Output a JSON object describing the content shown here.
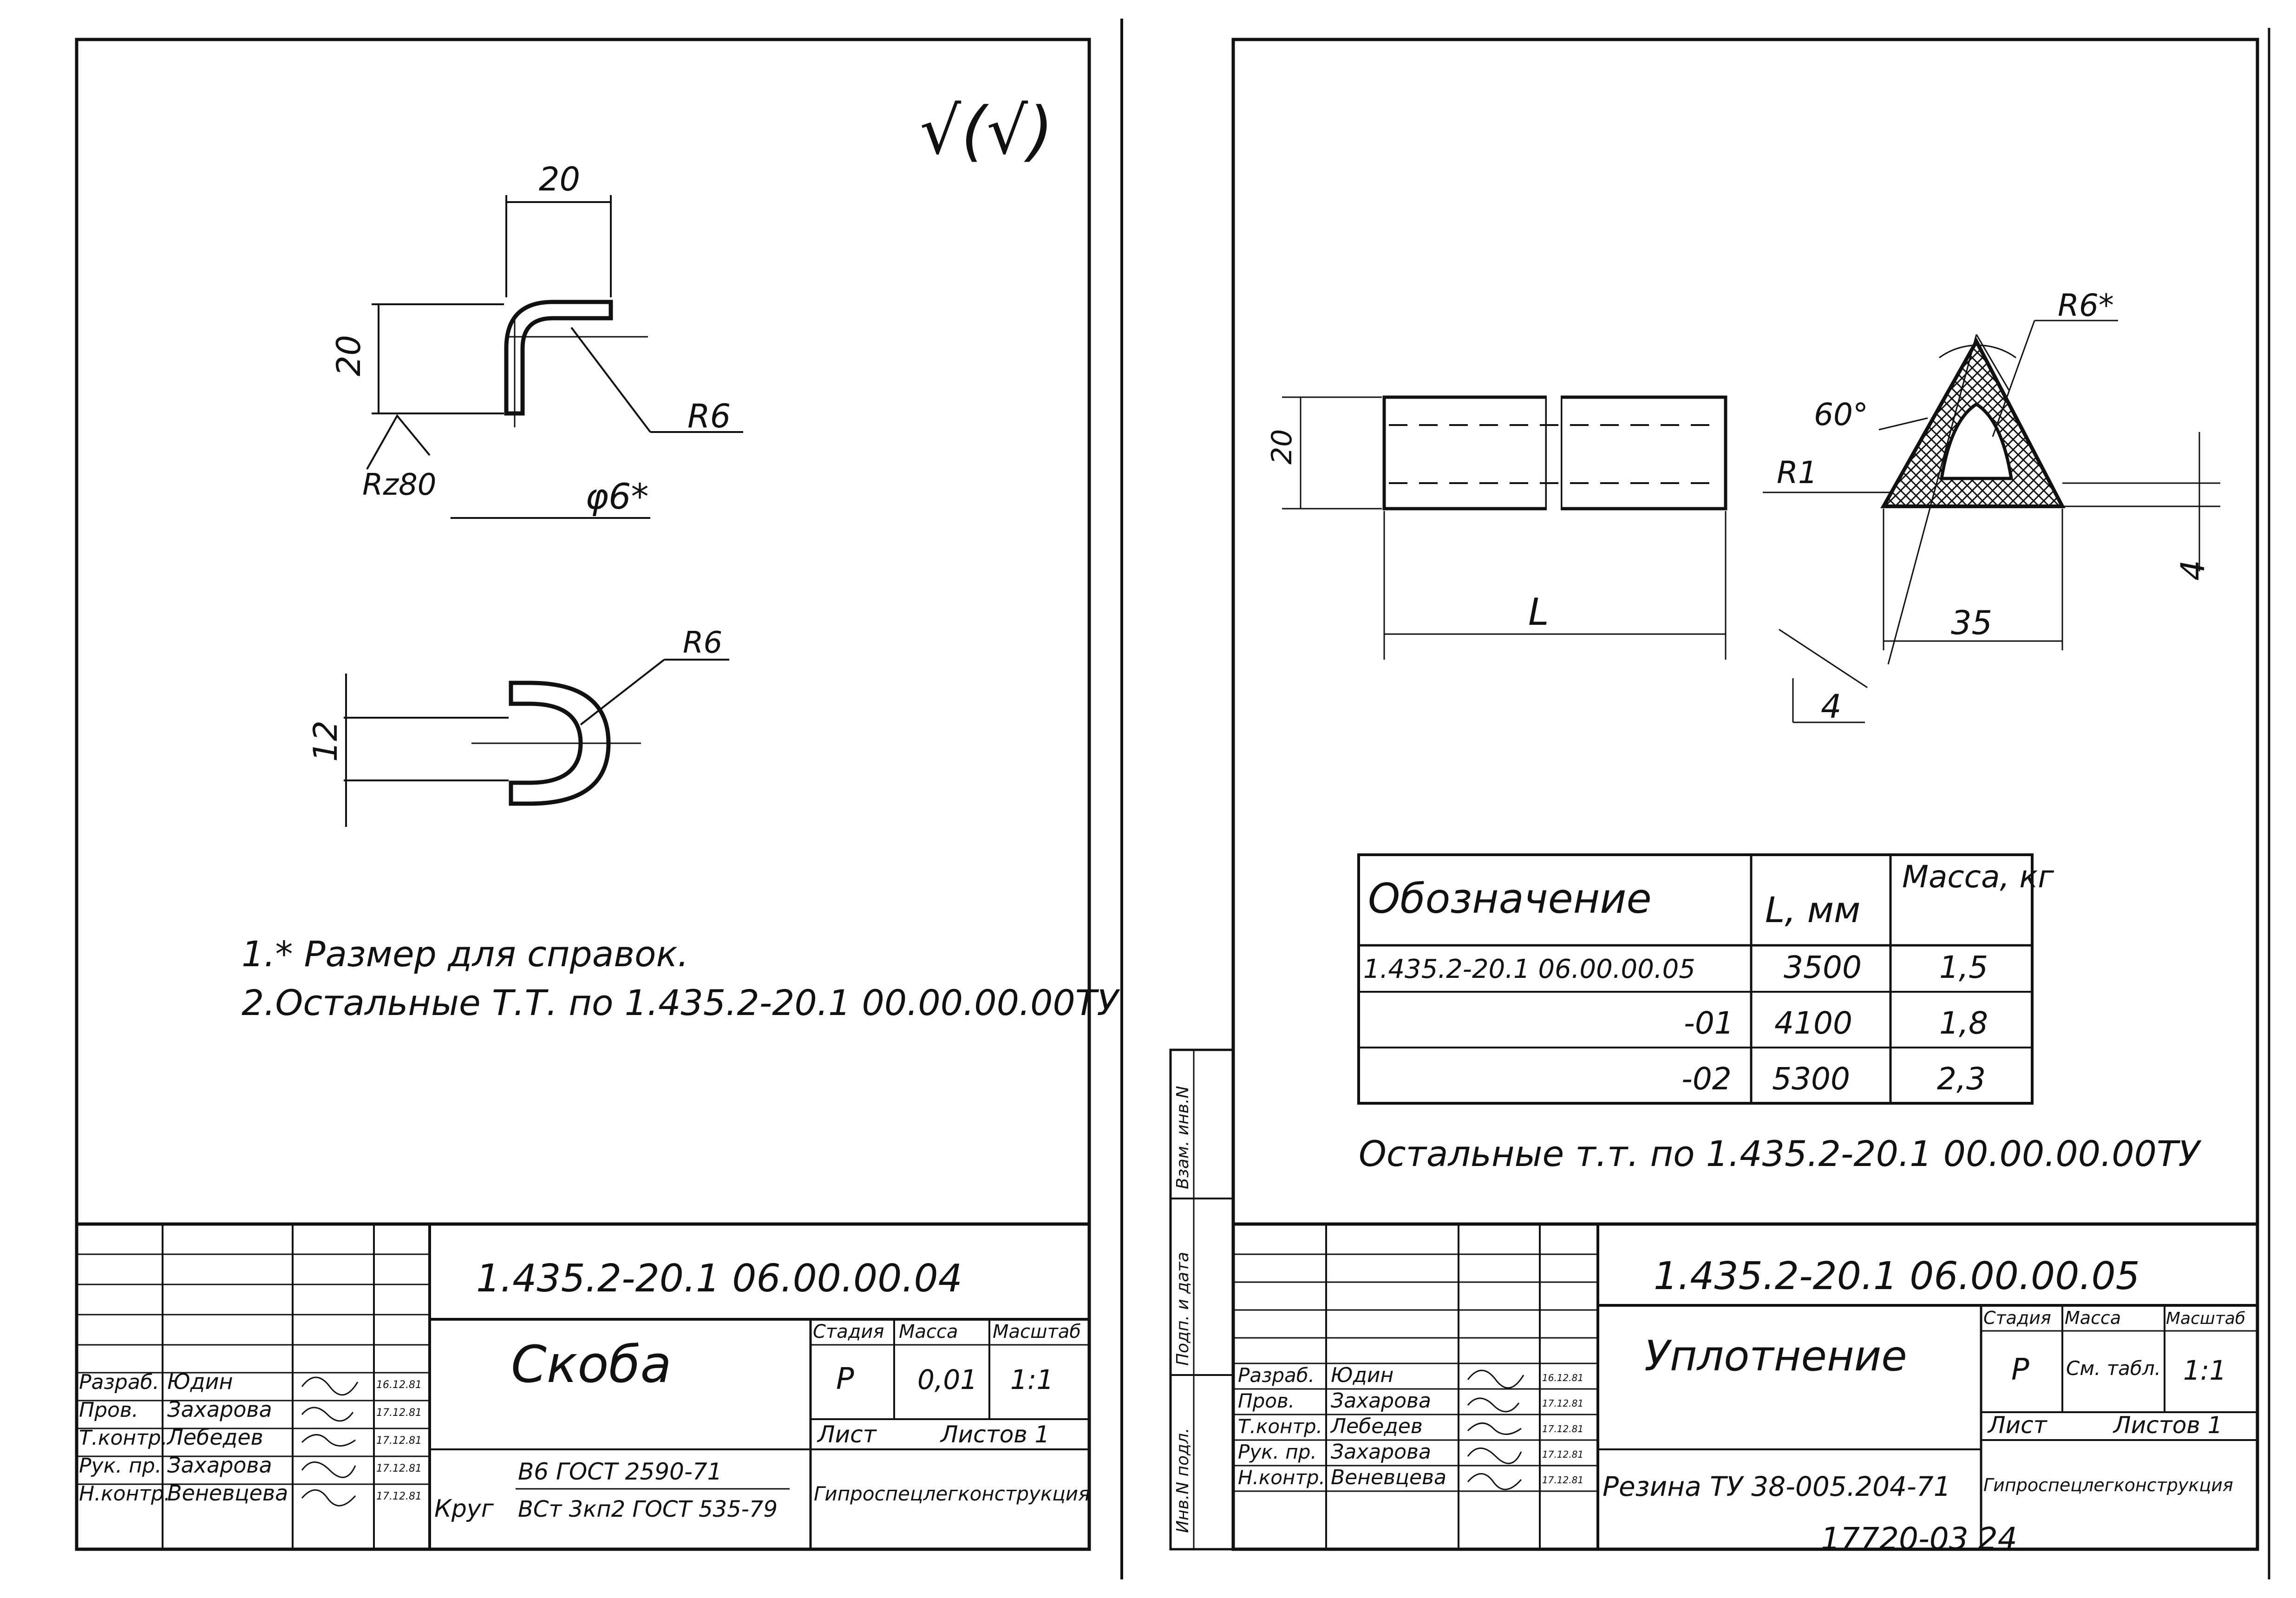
{
  "left": {
    "roughness": "√(√)",
    "dims": {
      "w20": "20",
      "h20": "20",
      "r6a": "R6",
      "rz": "Rz80",
      "phi": "φ6*",
      "r6b": "R6",
      "h12": "12"
    },
    "notes": [
      "1.* Размер для справок.",
      "2.Остальные Т.Т. по 1.435.2-20.1 00.00.00.00ТУ"
    ],
    "title_block": {
      "code": "1.435.2-20.1  06.00.00.04",
      "name": "Скоба",
      "stage_h": "Стадия",
      "mass_h": "Масса",
      "scale_h": "Масштаб",
      "stage": "Р",
      "mass": "0,01",
      "scale": "1:1",
      "sheet": "Лист",
      "sheets": "Листов 1",
      "org": "Гипроспецлегконструкция",
      "material_label": "Круг",
      "material_top": "В6 ГОСТ 2590-71",
      "material_bottom": "ВСт 3кп2 ГОСТ 535-79",
      "people": [
        {
          "role": "Разраб.",
          "name": "Юдин",
          "date": "16.12.81"
        },
        {
          "role": "Пров.",
          "name": "Захарова",
          "date": "17.12.81"
        },
        {
          "role": "Т.контр.",
          "name": "Лебедев",
          "date": "17.12.81"
        },
        {
          "role": "Рук. пр.",
          "name": "Захарова",
          "date": "17.12.81"
        },
        {
          "role": "Н.контр.",
          "name": "Веневцева",
          "date": "17.12.81"
        }
      ]
    }
  },
  "right": {
    "dims": {
      "h20": "20",
      "L": "L",
      "r6": "R6*",
      "a60": "60°",
      "r1": "R1",
      "w35": "35",
      "t4a": "4",
      "t4b": "4"
    },
    "table": {
      "headers": [
        "Обозначение",
        "L, мм",
        "Масса, кг"
      ],
      "rows": [
        [
          "1.435.2-20.1 06.00.00.05",
          "3500",
          "1,5"
        ],
        [
          "-01",
          "4100",
          "1,8"
        ],
        [
          "-02",
          "5300",
          "2,3"
        ]
      ]
    },
    "note": "Остальные т.т. по 1.435.2-20.1 00.00.00.00ТУ",
    "side_labels": [
      "Инв.N подл.",
      "Подп. и дата",
      "Взам. инв.N"
    ],
    "title_block": {
      "code": "1.435.2-20.1  06.00.00.05",
      "name": "Уплотнение",
      "stage_h": "Стадия",
      "mass_h": "Масса",
      "scale_h": "Масштаб",
      "stage": "Р",
      "mass": "См. табл.",
      "scale": "1:1",
      "sheet": "Лист",
      "sheets": "Листов 1",
      "org": "Гипроспецлегконструкция",
      "material": "Резина ТУ 38-005.204-71",
      "people": [
        {
          "role": "Разраб.",
          "name": "Юдин",
          "date": "16.12.81"
        },
        {
          "role": "Пров.",
          "name": "Захарова",
          "date": "17.12.81"
        },
        {
          "role": "Т.контр.",
          "name": "Лебедев",
          "date": "17.12.81"
        },
        {
          "role": "Рук. пр.",
          "name": "Захарова",
          "date": "17.12.81"
        },
        {
          "role": "Н.контр.",
          "name": "Веневцева",
          "date": "17.12.81"
        }
      ]
    },
    "footer": "17720-03  24"
  }
}
